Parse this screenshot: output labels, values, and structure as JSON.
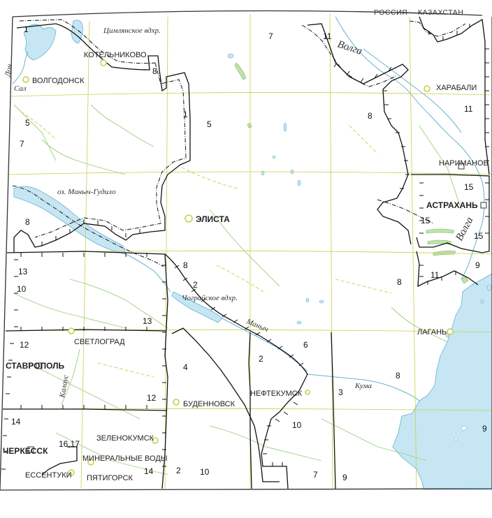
{
  "map": {
    "top_labels": {
      "russia": "РОССИЯ",
      "kazakhstan": "КАЗАХСТАН"
    },
    "cities": {
      "volgodonsk": "ВОЛГОДОНСК",
      "kotelnikovo": "КОТЕЛЬНИКОВО",
      "kharabali": "ХАРАБАЛИ",
      "narimanov": "НАРИМАНОВ",
      "astrakhan": "АСТРАХАНЬ",
      "elista": "ЭЛИСТА",
      "lagan": "ЛАГАНЬ",
      "svetlograd": "СВЕТЛОГРАД",
      "stavropol": "СТАВРОПОЛЬ",
      "budennovsk": "БУДЕННОВСК",
      "neftekumsk": "НЕФТЕКУМСК",
      "zelenokumsk": "ЗЕЛЕНОКУМСК",
      "cherkessk": "ЧЕРКЕССК",
      "mineralnye_vody": "МИНЕРАЛЬНЫЕ ВОДЫ",
      "essentuki": "ЕССЕНТУКИ",
      "pyatigorsk": "ПЯТИГОРСК"
    },
    "water": {
      "tsimlyansk": "Цимлянское вдхр.",
      "don": "Дон",
      "sal": "Сал",
      "volga_top": "Волга",
      "volga_bottom": "Волга",
      "manych_gudilo": "оз. Маныч-Гудило",
      "chograi": "Чограйское вдхр.",
      "manych": "Маныч",
      "kuma": "Кума",
      "kalaus": "Калаус"
    },
    "zones": {
      "z1_nw": "1",
      "z7_top": "7",
      "z11_top": "11",
      "z8_a": "8",
      "z1_mid": "1",
      "z5_mid": "5",
      "z8_volga": "8",
      "z11_right": "11",
      "z5_left": "5",
      "z7_left": "7",
      "z15_a": "15",
      "z15_b": "15",
      "z15_c": "15",
      "z8_manych": "8",
      "z8_chograi": "8",
      "z2_chograi": "2",
      "z13_left": "13",
      "z10_left": "10",
      "z9_right": "9",
      "z11_lower": "11",
      "z8_lower": "8",
      "z13_mid": "13",
      "z6": "6",
      "z12_left": "12",
      "z4": "4",
      "z2_mid": "2",
      "z8_kuma": "8",
      "z3": "3",
      "z12_mid": "12",
      "z10_south": "10",
      "z14_left": "14",
      "z1617": "16,17",
      "z14_bottom": "14",
      "z2_bottom": "2",
      "z10_bottom": "10",
      "z7_bottom": "7",
      "z9_bottom": "9",
      "z9_sea": "9"
    }
  }
}
